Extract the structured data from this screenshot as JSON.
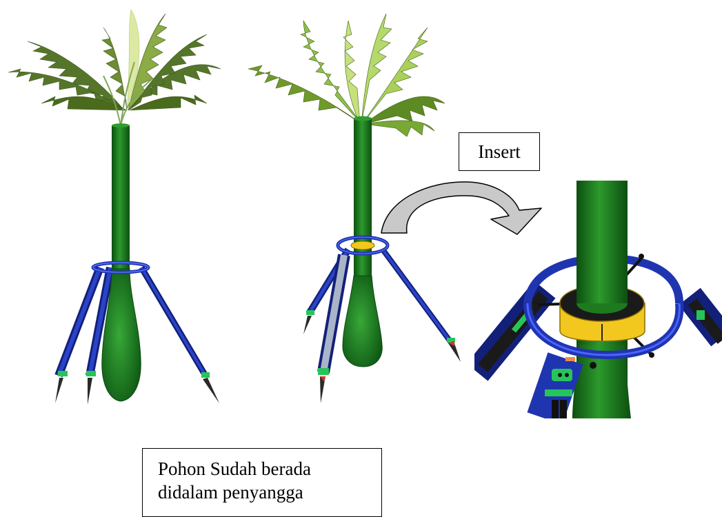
{
  "labels": {
    "insert": "Insert",
    "caption_line1": "Pohon Sudah berada",
    "caption_line2": "didalam penyangga"
  },
  "colors": {
    "trunk": "#1e7a1e",
    "trunk_dark": "#0f5212",
    "ring": "#1f35b0",
    "leg": "#1f35b0",
    "collar": "#f2c81f",
    "leaf_light": "#b9d86a",
    "leaf_dark": "#4e6a1e",
    "arrow_fill": "#c9c9c9",
    "tip": "#2a2a2a"
  },
  "icons": [
    "plant-with-support-icon",
    "plant-inserted-icon",
    "closeup-ring-icon",
    "curved-arrow-icon"
  ]
}
